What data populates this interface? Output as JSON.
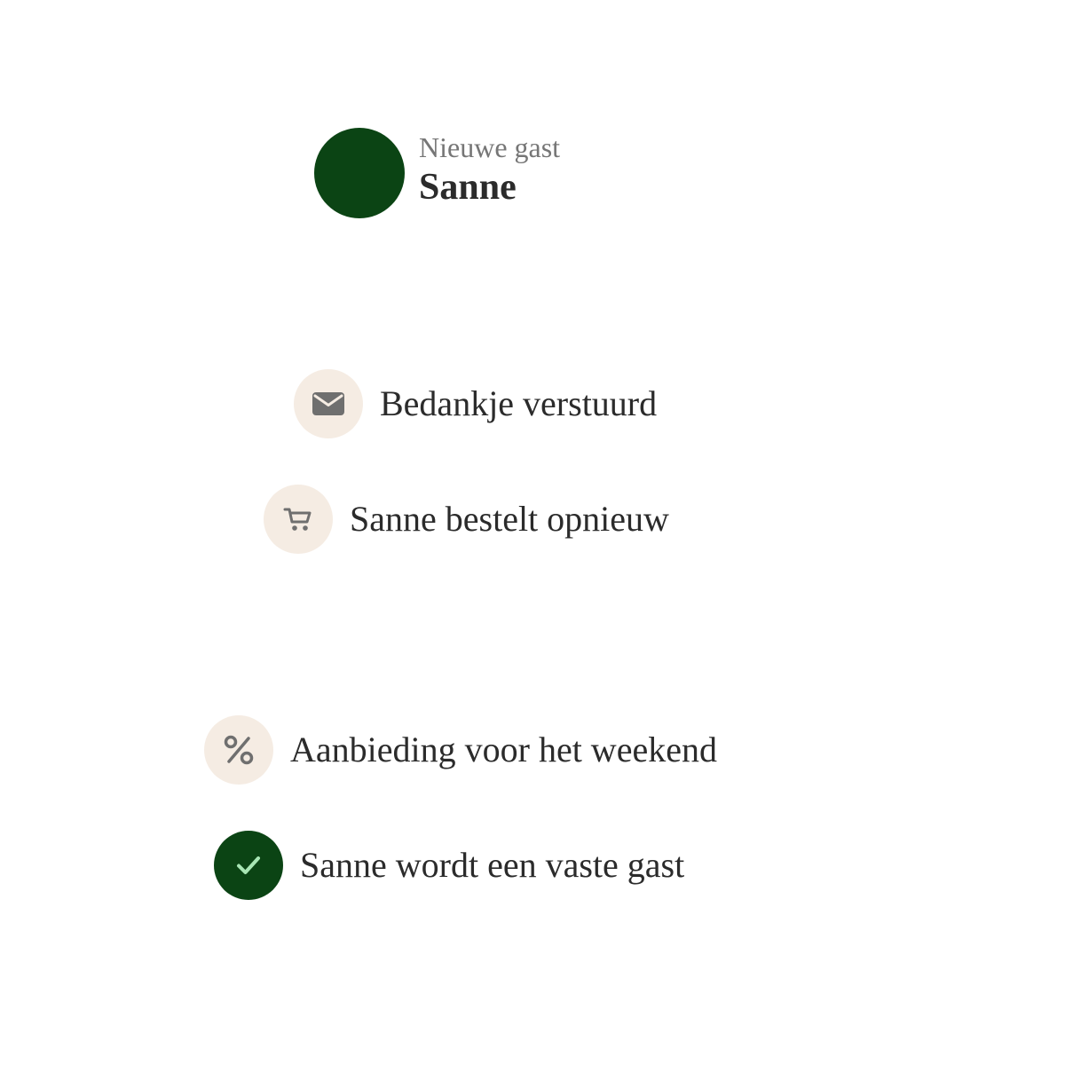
{
  "guest": {
    "label": "Nieuwe gast",
    "name": "Sanne",
    "avatar_color": "#0b4414"
  },
  "steps": [
    {
      "label": "Bedankje verstuurd",
      "icon": "envelope-icon",
      "state": "pending",
      "icon_bg": "#f5ece3"
    },
    {
      "label": "Sanne bestelt opnieuw",
      "icon": "cart-icon",
      "state": "pending",
      "icon_bg": "#f5ece3"
    },
    {
      "label": "Aanbieding voor het weekend",
      "icon": "percent-icon",
      "state": "pending",
      "icon_bg": "#f5ece3"
    },
    {
      "label": "Sanne wordt een vaste gast",
      "icon": "check-icon",
      "state": "done",
      "icon_bg": "#0b4414"
    }
  ],
  "colors": {
    "primary": "#0b4414",
    "icon_bg": "#f5ece3",
    "icon_fg": "#6f6f6f",
    "check": "#a8e6b4",
    "text": "#2b2b2b",
    "muted": "#767676"
  }
}
